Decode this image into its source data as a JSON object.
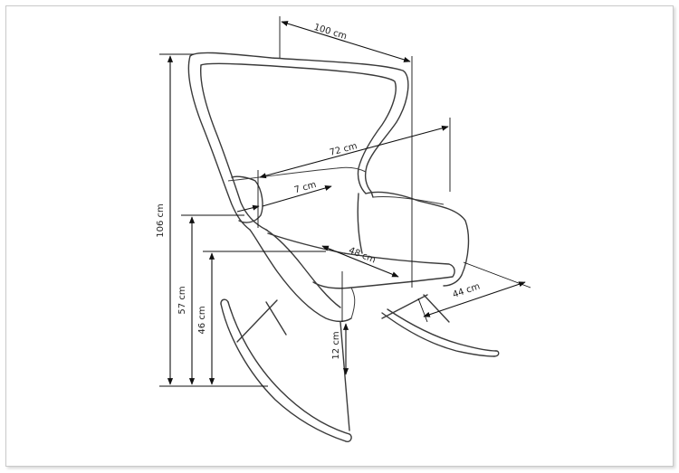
{
  "diagram": {
    "dimensions": {
      "width_100": "100 cm",
      "height_106": "106 cm",
      "depth_72": "72 cm",
      "arm_7": "7 cm",
      "seat_48": "48 cm",
      "seat_height_57": "57 cm",
      "seat_height_46": "46 cm",
      "depth_44": "44 cm",
      "clearance_12": "12 cm"
    }
  }
}
